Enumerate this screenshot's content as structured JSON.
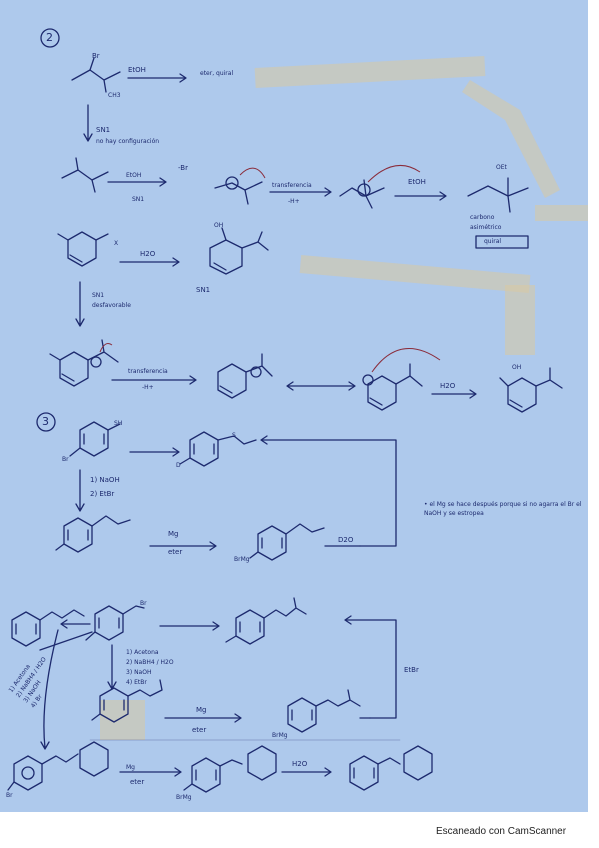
{
  "sheet": {
    "s2": {
      "number": "2",
      "reagent": "EtOH",
      "condition": "eter, quiral",
      "sn1_note": "SN1",
      "no_note": "no hay configuración",
      "br_atom": "Br",
      "ch3_label": "CH3",
      "leaving": "-Br",
      "nuc": "EtOH",
      "sn1": "SN1",
      "arrow1": "transferencia",
      "minus_h": "-H+",
      "arrow2": "EtOH",
      "oet": "OEt",
      "carbono": "carbono",
      "asimetrico": "asimétrico",
      "quiral": "quiral",
      "x_label": "X",
      "h2o": "H2O",
      "oh": "OH",
      "sn1_b": "SN1",
      "sn1_c": "SN1",
      "desfavorable": "desfavorable",
      "arrow3": "transferencia",
      "minus_h2": "-H+",
      "h2o_b": "H2O",
      "oh_b": "OH"
    },
    "s3": {
      "number": "3",
      "br": "Br",
      "sh": "SH",
      "s_label": "S",
      "step1": "1) NaOH",
      "step2": "2) EtBr",
      "mg": "Mg",
      "eter": "eter",
      "brmg": "BrMg",
      "d2o": "D2O",
      "d_label": "D",
      "note": "• el Mg se hace después porque si no agarra el Br el NaOH y se estropea",
      "br_b": "Br",
      "reagents_right": "1) Acetona\n2) NaBH4 / H2O\n3) NaOH\n4) EtBr",
      "reagents_left": "1) Acetona\n2) NaBH4 / H2O\n3) NaOH\n4) Br",
      "mg_b": "Mg",
      "eter_b": "eter",
      "brmg_b": "BrMg",
      "etbr": "EtBr",
      "br_c": "Br",
      "eter_c": "eter",
      "brmg_c": "BrMg",
      "mg_c": "Mg",
      "h2o": "H2O"
    }
  },
  "footer": {
    "watermark": "Escaneado con CamScanner"
  }
}
